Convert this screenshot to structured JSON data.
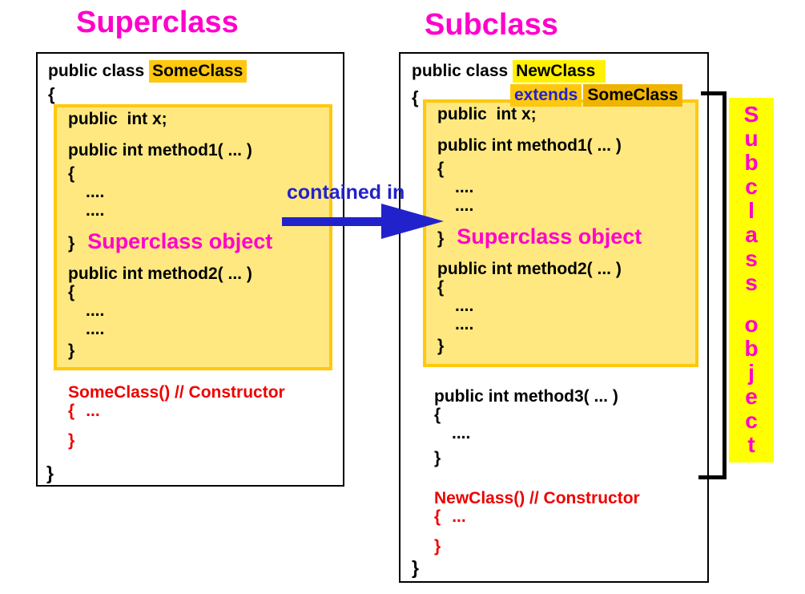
{
  "colors": {
    "magenta": "#ff00cc",
    "blue": "#2222cc",
    "red": "#ee0000",
    "gold_highlight": "#ffc80e",
    "dark_gold_highlight": "#f0b400",
    "yellow_highlight": "#fff100",
    "pale_yellow_fill": "#ffe880",
    "strip_yellow": "#ffff00"
  },
  "titles": {
    "superclass": "Superclass",
    "subclass": "Subclass"
  },
  "arrow": {
    "label": "contained in"
  },
  "vertical_label": {
    "word1": "Subclass",
    "word2": "object"
  },
  "superclass_panel": {
    "class_prefix": "public class ",
    "class_name": "SomeClass",
    "open_brace": "{",
    "close_brace": "}",
    "object_box": {
      "field_decl": "public  int x;",
      "method1_signature": "public int method1( ... )",
      "method2_signature": "public int method2( ... )",
      "open_brace": "{",
      "dots": "....",
      "close_brace": "}",
      "object_label": "Superclass object"
    },
    "constructor": {
      "signature": "SomeClass() // Constructor",
      "open_brace": "{",
      "dots": "...",
      "close_brace": "}"
    }
  },
  "subclass_panel": {
    "class_prefix": "public class ",
    "class_name": "NewClass",
    "extends_keyword": "extends",
    "extends_class_name": "SomeClass",
    "open_brace": "{",
    "close_brace": "}",
    "object_box": {
      "field_decl": "public  int x;",
      "method1_signature": "public int method1( ... )",
      "method2_signature": "public int method2( ... )",
      "open_brace": "{",
      "dots": "....",
      "close_brace": "}",
      "object_label": "Superclass object"
    },
    "method3": {
      "signature": "public int method3( ... )",
      "open_brace": "{",
      "dots": "....",
      "close_brace": "}"
    },
    "constructor": {
      "signature": "NewClass() // Constructor",
      "open_brace": "{",
      "dots": "...",
      "close_brace": "}"
    }
  }
}
